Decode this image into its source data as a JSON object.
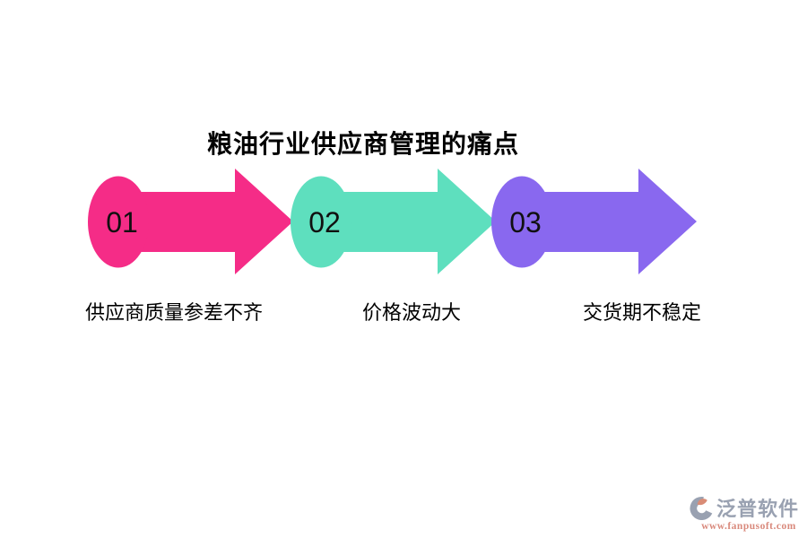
{
  "title": "粮油行业供应商管理的痛点",
  "steps": [
    {
      "number": "01",
      "label": "供应商质量参差不齐",
      "color": "#F52C87"
    },
    {
      "number": "02",
      "label": "价格波动大",
      "color": "#5EDFBE"
    },
    {
      "number": "03",
      "label": "交货期不稳定",
      "color": "#8968EF"
    }
  ],
  "footer": {
    "brand": "泛普软件",
    "url": "www.fanpusoft.com",
    "brand_color": "#99A1B1",
    "url_color": "#D9897C",
    "icon_accent_color": "#D98C76"
  }
}
